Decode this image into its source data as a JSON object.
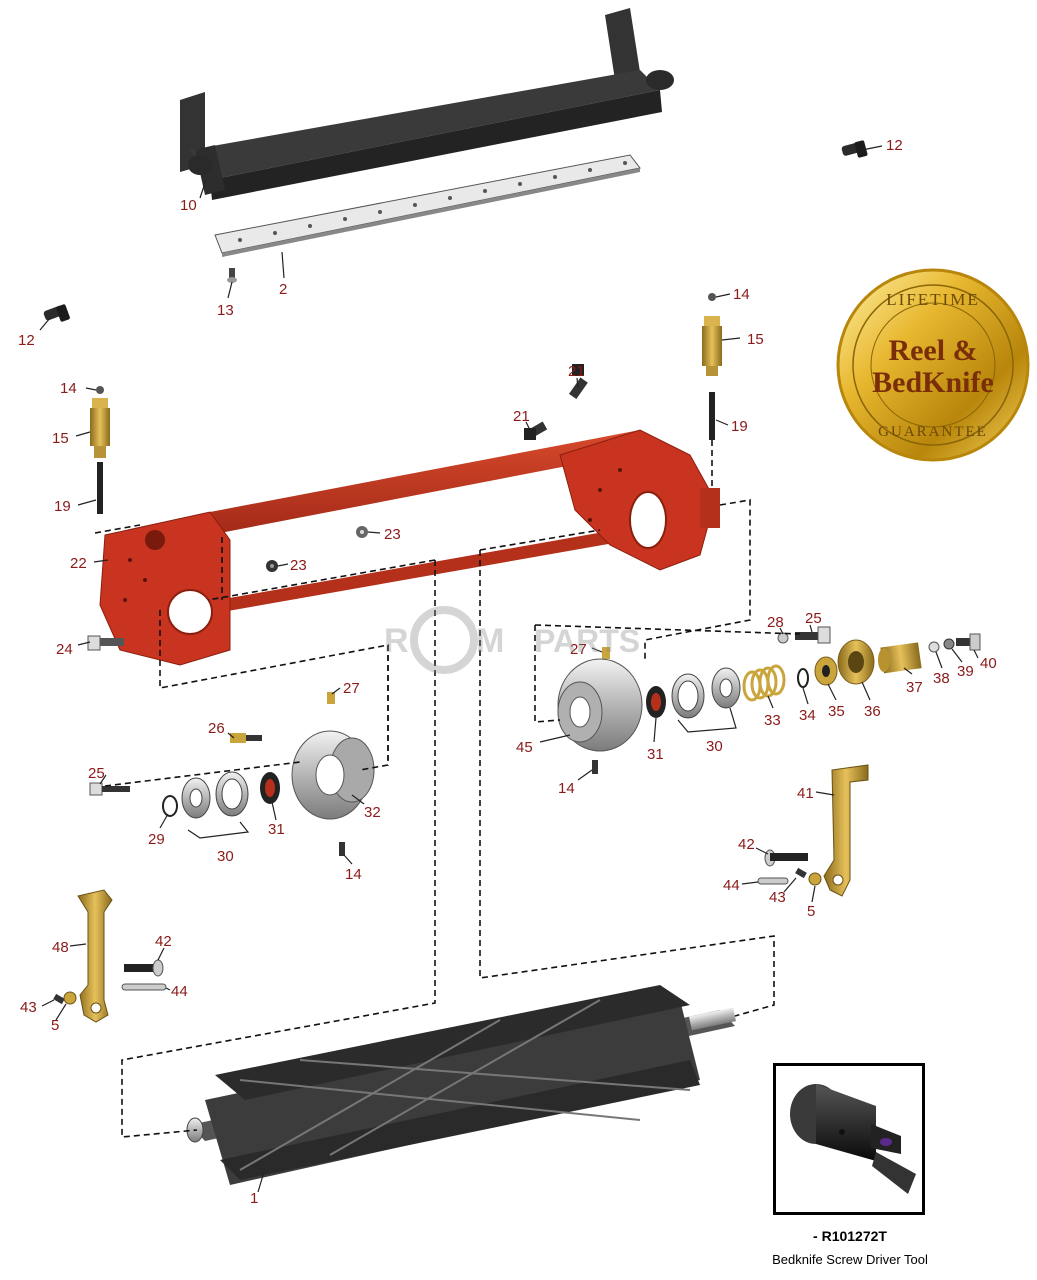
{
  "labels": {
    "l10": "10",
    "l2": "2",
    "l13": "13",
    "l12a": "12",
    "l12b": "12",
    "l14a": "14",
    "l15a": "15",
    "l19a": "19",
    "l14b": "14",
    "l15b": "15",
    "l19b": "19",
    "l21a": "21",
    "l21b": "21",
    "l22": "22",
    "l23a": "23",
    "l23b": "23",
    "l24": "24",
    "l27a": "27",
    "l26": "26",
    "l25a": "25",
    "l29": "29",
    "l30a": "30",
    "l31a": "31",
    "l32": "32",
    "l14c": "14",
    "l28": "28",
    "l25b": "25",
    "l27b": "27",
    "l45": "45",
    "l31b": "31",
    "l30b": "30",
    "l33": "33",
    "l34": "34",
    "l35": "35",
    "l36": "36",
    "l37": "37",
    "l38": "38",
    "l39": "39",
    "l40": "40",
    "l14d": "14",
    "l41": "41",
    "l42a": "42",
    "l44a": "44",
    "l43a": "43",
    "l5a": "5",
    "l48": "48",
    "l42b": "42",
    "l44b": "44",
    "l43b": "43",
    "l5b": "5",
    "l1": "1"
  },
  "seal": {
    "top": "LIFETIME",
    "line1": "Reel &",
    "line2": "BedKnife",
    "bottom": "GUARANTEE"
  },
  "watermark": {
    "r": "R",
    "m": "M",
    "parts": "PARTS"
  },
  "tool": {
    "code": "- R101272T",
    "description": "Bedknife Screw Driver Tool"
  },
  "colors": {
    "frame": "#c8341f",
    "dark": "#2a2a2a",
    "brass": "#c9a53b",
    "label": "#8b1a1a"
  }
}
